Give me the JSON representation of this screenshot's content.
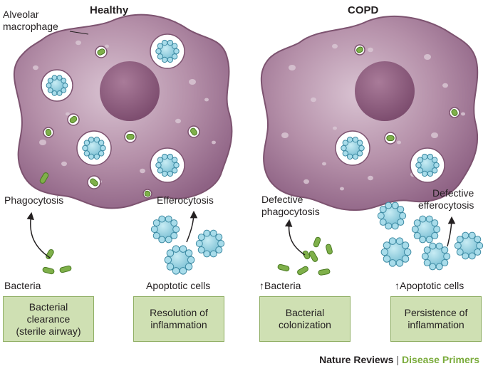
{
  "panels": {
    "healthy": {
      "title": "Healthy",
      "cell_label": "Alveolar\nmacrophage",
      "process_left": "Phagocytosis",
      "process_right": "Efferocytosis",
      "input_left": "Bacteria",
      "input_right": "Apoptotic cells",
      "outcome_left": "Bacterial\nclearance\n(sterile airway)",
      "outcome_right": "Resolution of\ninflammation"
    },
    "copd": {
      "title": "COPD",
      "process_left": "Defective\nphagocytosis",
      "process_right": "Defective\nefferocytosis",
      "input_left": "Bacteria",
      "input_right": "Apoptotic cells",
      "increase_symbol": "↑",
      "outcome_left": "Bacterial\ncolonization",
      "outcome_right": "Persistence of\ninflammation"
    }
  },
  "credit": {
    "publisher": "Nature Reviews",
    "separator": "|",
    "series": "Disease Primers"
  },
  "colors": {
    "cell_fill": "#a77b97",
    "cell_stroke": "#7d5370",
    "nucleus": "#8c5d7c",
    "bacteria": "#7fb04a",
    "apoptotic": "#8fd0e0",
    "box_fill": "#cfe0b3"
  }
}
